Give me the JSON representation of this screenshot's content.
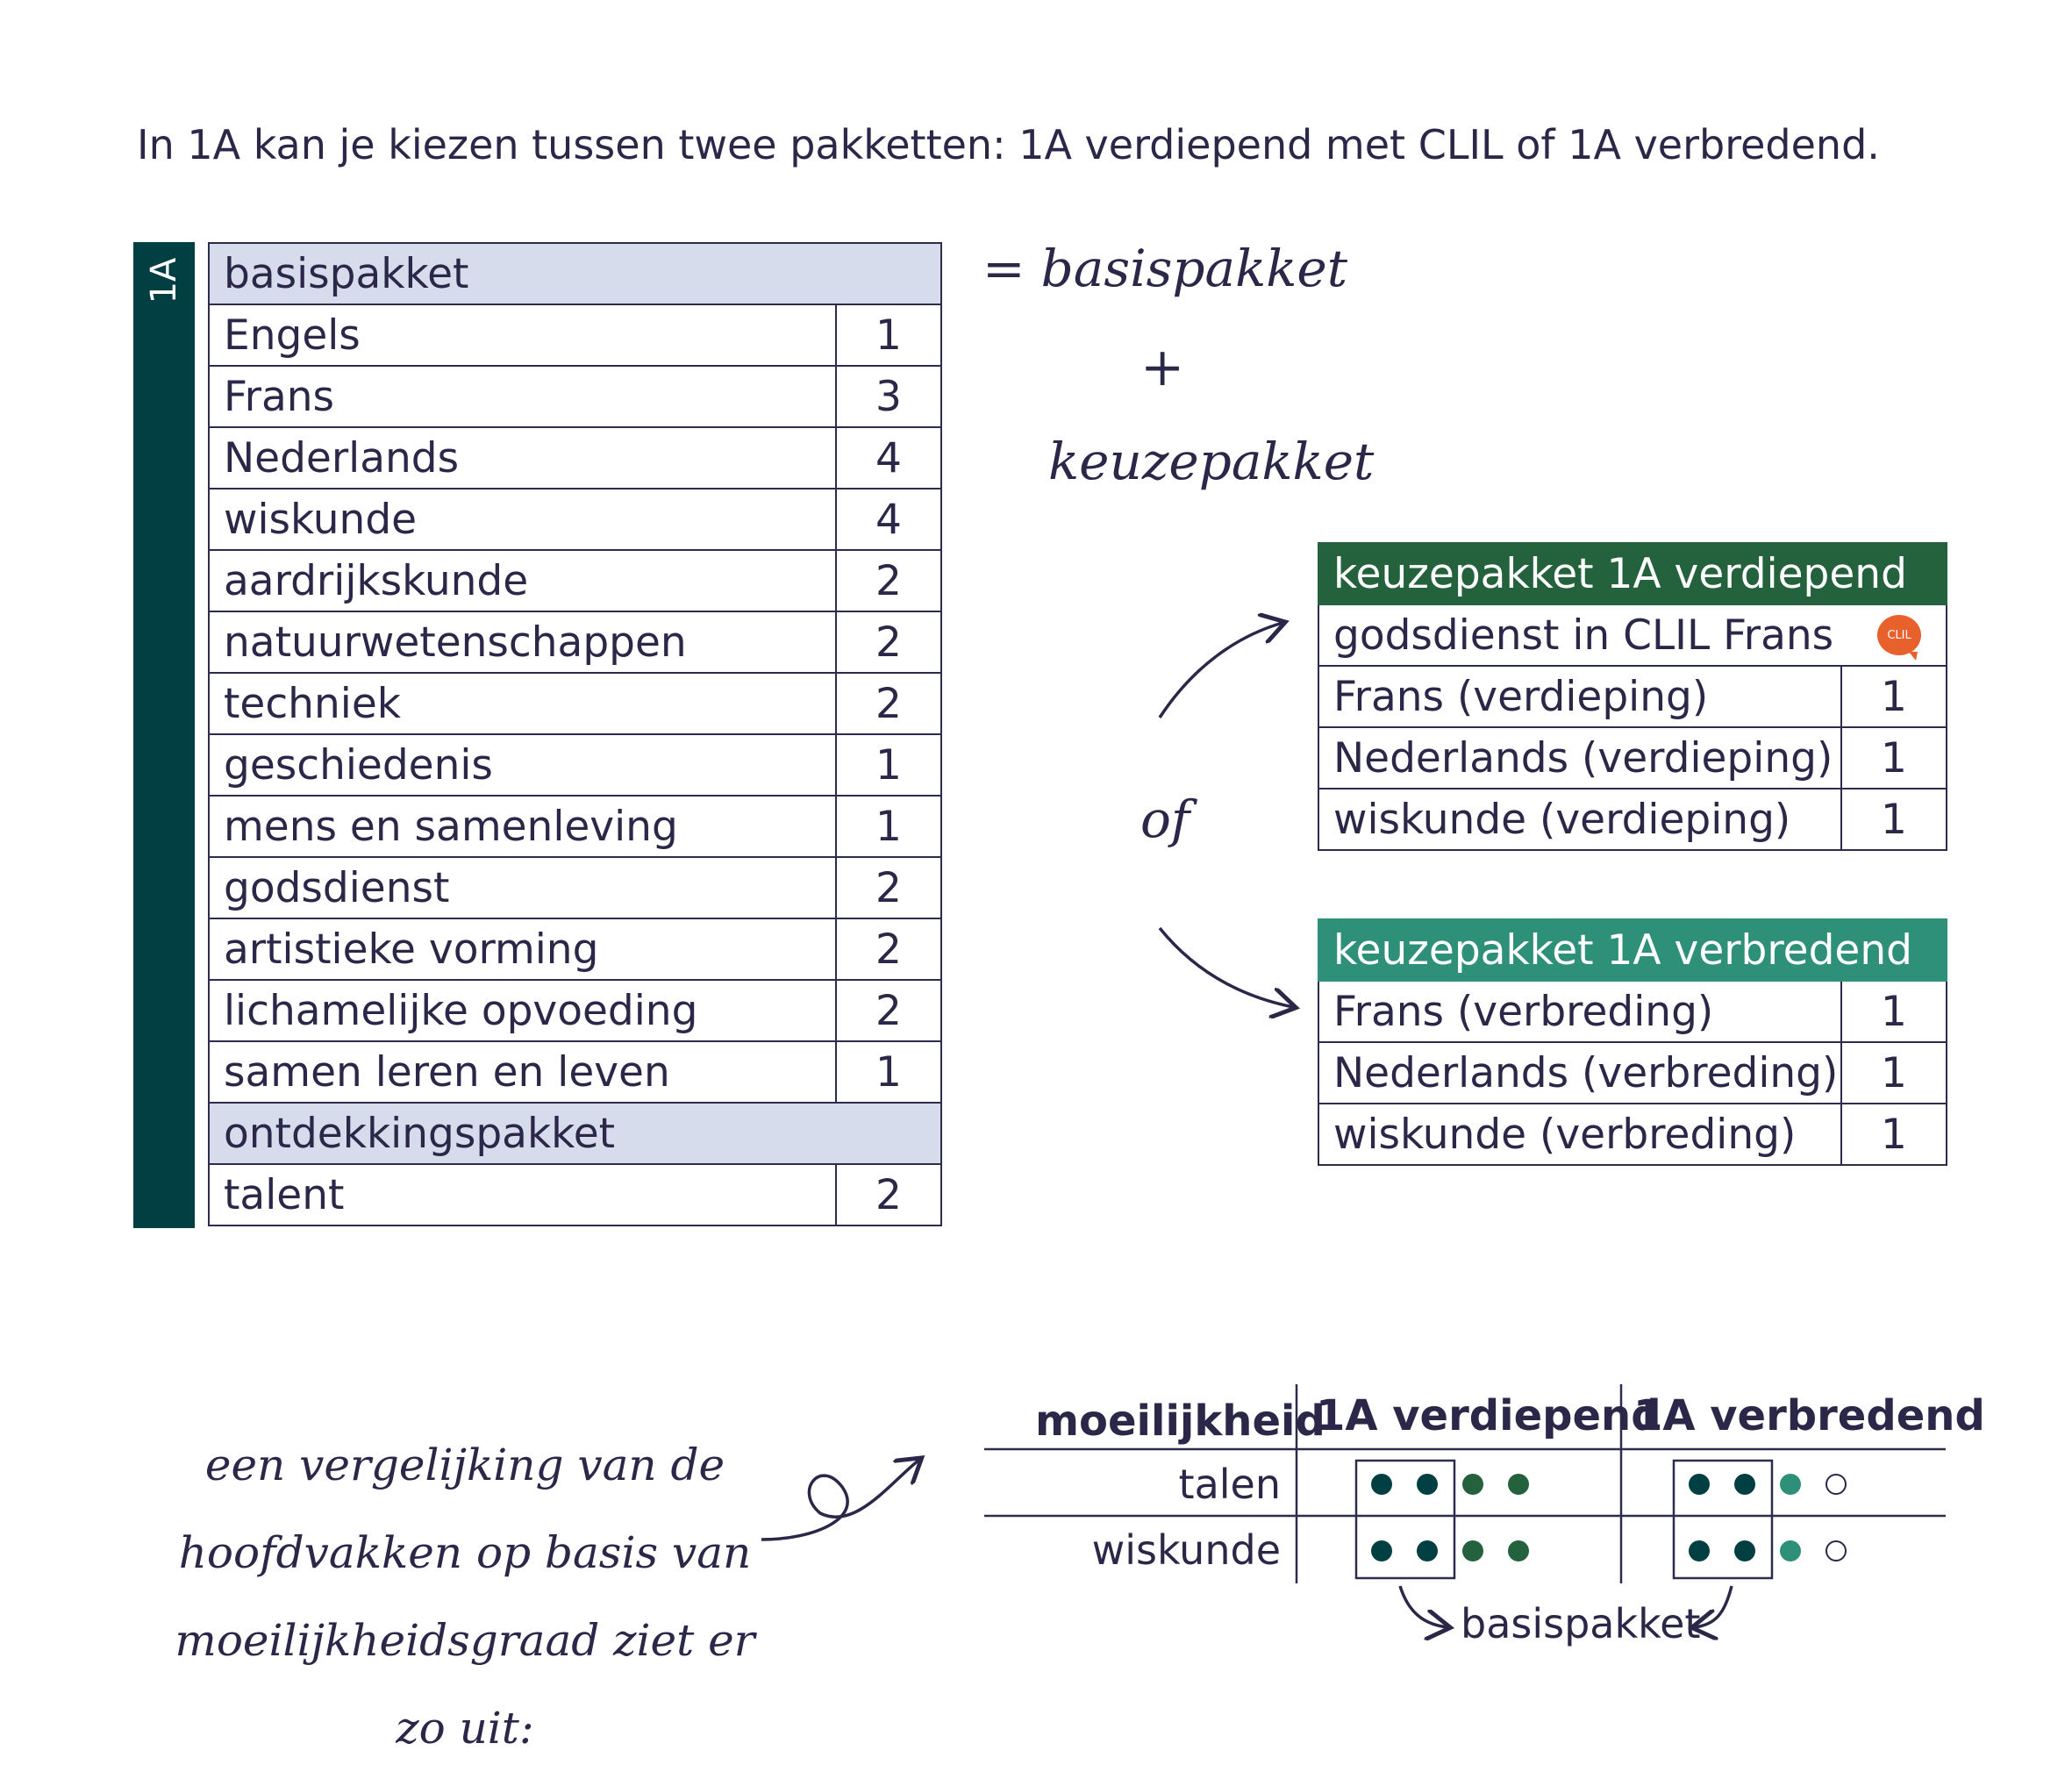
{
  "intro": "In 1A kan je kiezen tussen twee pakketten: 1A verdiepend met CLIL of 1A verbredend.",
  "side_label": "1A",
  "main_table": {
    "section1": "basispakket",
    "rows": [
      {
        "subject": "Engels",
        "hours": "1"
      },
      {
        "subject": "Frans",
        "hours": "3"
      },
      {
        "subject": "Nederlands",
        "hours": "4"
      },
      {
        "subject": "wiskunde",
        "hours": "4"
      },
      {
        "subject": "aardrijkskunde",
        "hours": "2"
      },
      {
        "subject": "natuurwetenschappen",
        "hours": "2"
      },
      {
        "subject": "techniek",
        "hours": "2"
      },
      {
        "subject": "geschiedenis",
        "hours": "1"
      },
      {
        "subject": "mens en samenleving",
        "hours": "1"
      },
      {
        "subject": "godsdienst",
        "hours": "2"
      },
      {
        "subject": "artistieke vorming",
        "hours": "2"
      },
      {
        "subject": "lichamelijke opvoeding",
        "hours": "2"
      },
      {
        "subject": "samen leren en leven",
        "hours": "1"
      }
    ],
    "section2": "ontdekkingspakket",
    "rows2": [
      {
        "subject": "talent",
        "hours": "2"
      }
    ]
  },
  "equation": {
    "eq": "=",
    "basis": "basispakket",
    "plus": "+",
    "keuze": "keuzepakket",
    "of": "of"
  },
  "keuze_verdiepend": {
    "title": "keuzepakket 1A verdiepend",
    "clil_row": "godsdienst in CLIL Frans",
    "clil_badge": "CLIL",
    "rows": [
      {
        "subject": "Frans (verdieping)",
        "hours": "1"
      },
      {
        "subject": "Nederlands (verdieping)",
        "hours": "1"
      },
      {
        "subject": "wiskunde (verdieping)",
        "hours": "1"
      }
    ]
  },
  "keuze_verbredend": {
    "title": "keuzepakket 1A verbredend",
    "rows": [
      {
        "subject": "Frans (verbreding)",
        "hours": "1"
      },
      {
        "subject": "Nederlands (verbreding)",
        "hours": "1"
      },
      {
        "subject": "wiskunde (verbreding)",
        "hours": "1"
      }
    ]
  },
  "compare_text": "een vergelijking van de hoofdvakken op basis van moeilijkheidsgraad ziet er zo uit:",
  "comparison": {
    "header_label": "moeilijkheid",
    "col1": "1A verdiepend",
    "col2": "1A verbredend",
    "rows": [
      {
        "label": "talen",
        "verdiepend": [
          2,
          2
        ],
        "verbredend": [
          2,
          1
        ]
      },
      {
        "label": "wiskunde",
        "verdiepend": [
          2,
          2
        ],
        "verbredend": [
          2,
          1
        ]
      }
    ],
    "footer": "basispakket"
  },
  "colors": {
    "dark_teal": "#023f42",
    "mid_green": "#23623c",
    "teal": "#2e9078",
    "header_blue": "#d6dcec",
    "clil_orange": "#e8602c",
    "ink": "#2a2748"
  }
}
